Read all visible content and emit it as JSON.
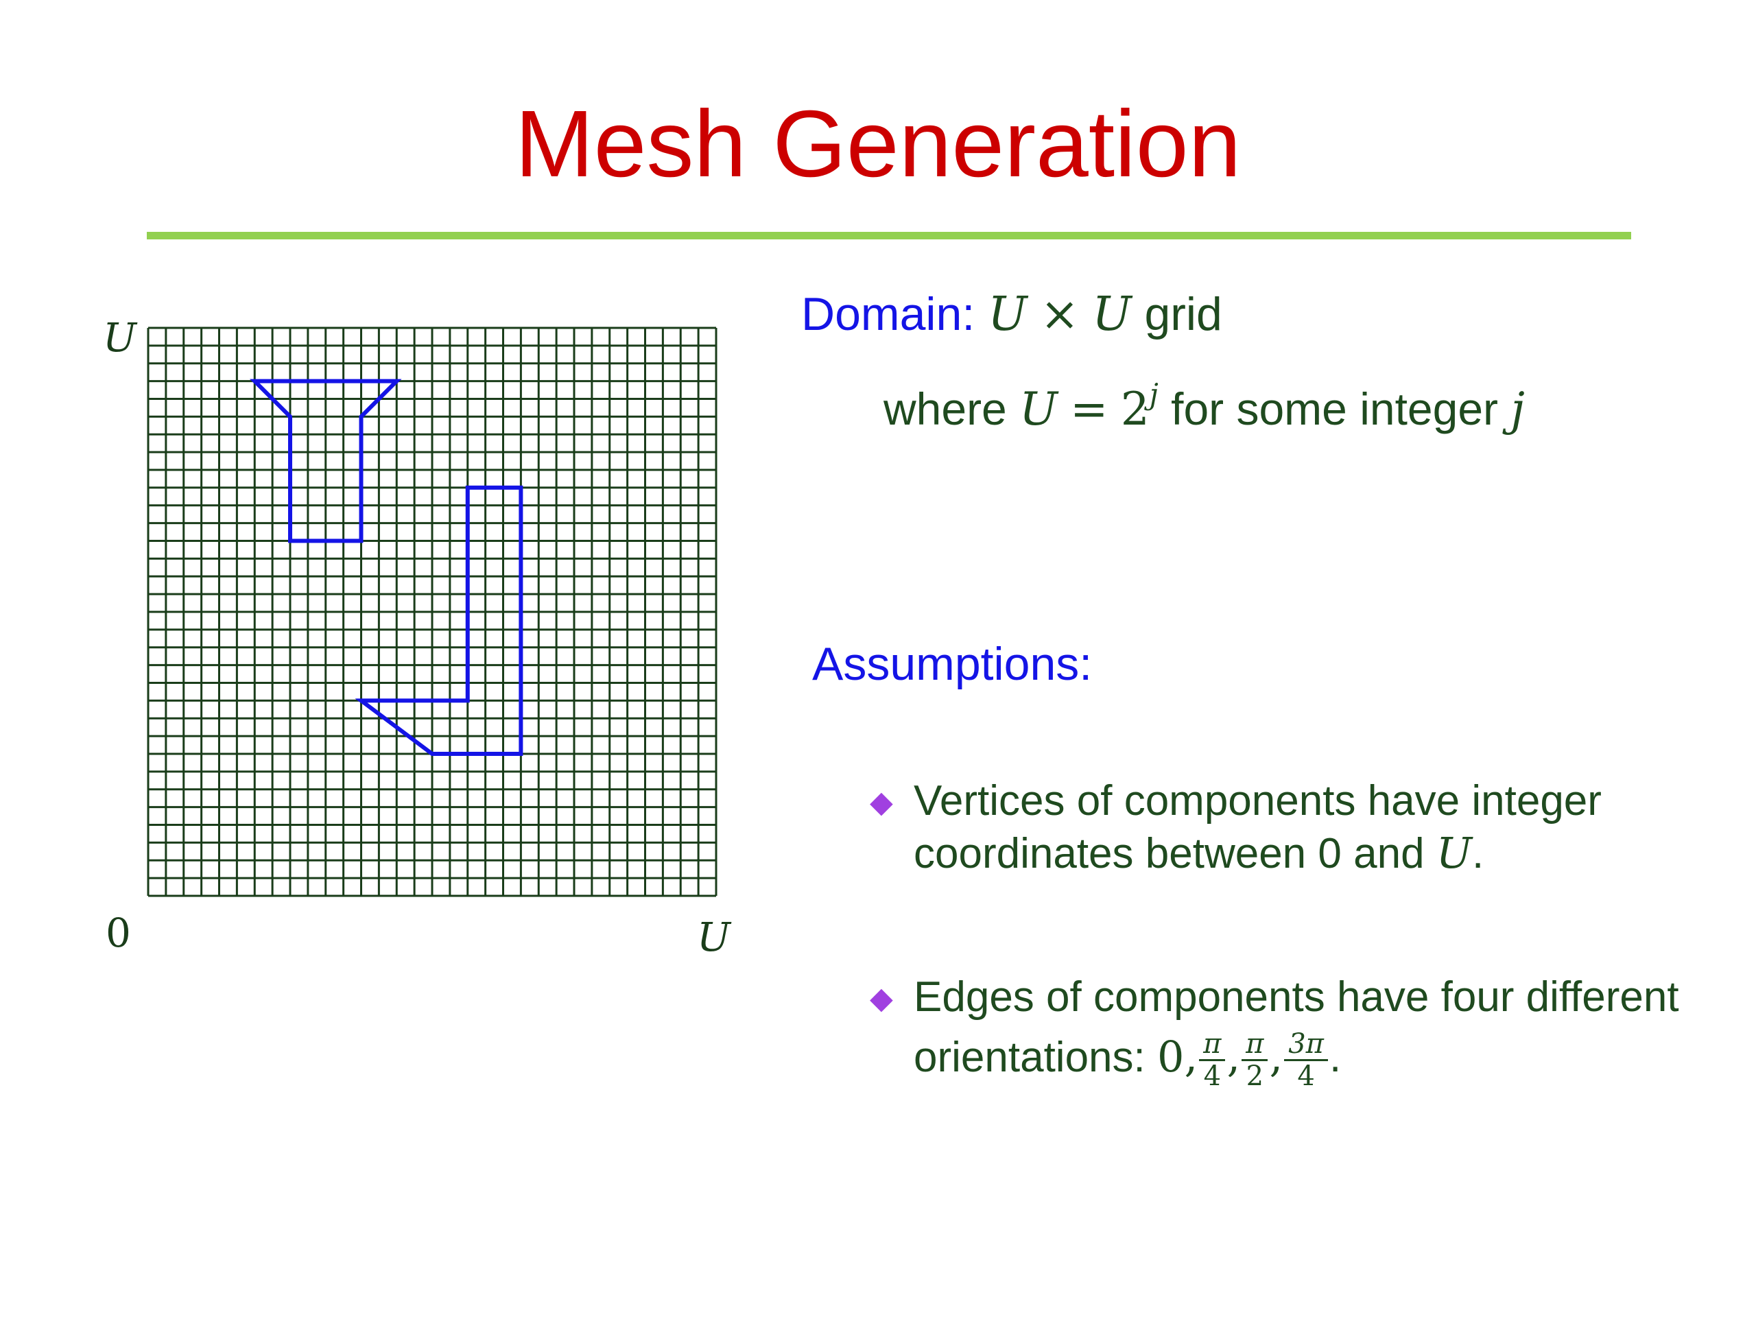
{
  "slide": {
    "title": "Mesh Generation"
  },
  "diagram": {
    "axis_labels": {
      "top_left": "U",
      "origin": "0",
      "bottom_right": "U"
    },
    "grid": {
      "cells_per_side": 32,
      "line_color": "#1a3d1a"
    },
    "component_color": "#1414e6",
    "components": [
      {
        "name": "upper-component",
        "vertices": [
          [
            6,
            29
          ],
          [
            14,
            29
          ],
          [
            12,
            27
          ],
          [
            12,
            20
          ],
          [
            8,
            20
          ],
          [
            8,
            27
          ]
        ]
      },
      {
        "name": "lower-component",
        "vertices": [
          [
            18,
            23
          ],
          [
            21,
            23
          ],
          [
            21,
            8
          ],
          [
            16,
            8
          ],
          [
            12,
            11
          ],
          [
            18,
            11
          ]
        ]
      }
    ]
  },
  "domain": {
    "label": "Domain:",
    "expr_var1": "U",
    "expr_times": "×",
    "expr_var2": "U",
    "expr_tail": "grid",
    "where_prefix": "where",
    "where_var": "U",
    "where_eq": "=",
    "where_base": "2",
    "where_exp": "j",
    "where_mid": "for some integer",
    "where_j": "j"
  },
  "assumptions": {
    "title": "Assumptions:",
    "items": [
      {
        "line1": "Vertices of components have integer",
        "line2_text": "coordinates between 0 and",
        "line2_var": "U",
        "line2_end": "."
      },
      {
        "line1": "Edges of components have four different",
        "line2_text": "orientations:",
        "zero": "0,",
        "frac1_num": "π",
        "frac1_den": "4",
        "frac2_num": "π",
        "frac2_den": "2",
        "frac3_num": "3π",
        "frac3_den": "4",
        "comma": ",",
        "end": "."
      }
    ]
  },
  "colors": {
    "title": "#cc0000",
    "rule": "#92d050",
    "heading": "#1414e6",
    "body": "#1f4a1f",
    "bullet": "#a040e0"
  }
}
